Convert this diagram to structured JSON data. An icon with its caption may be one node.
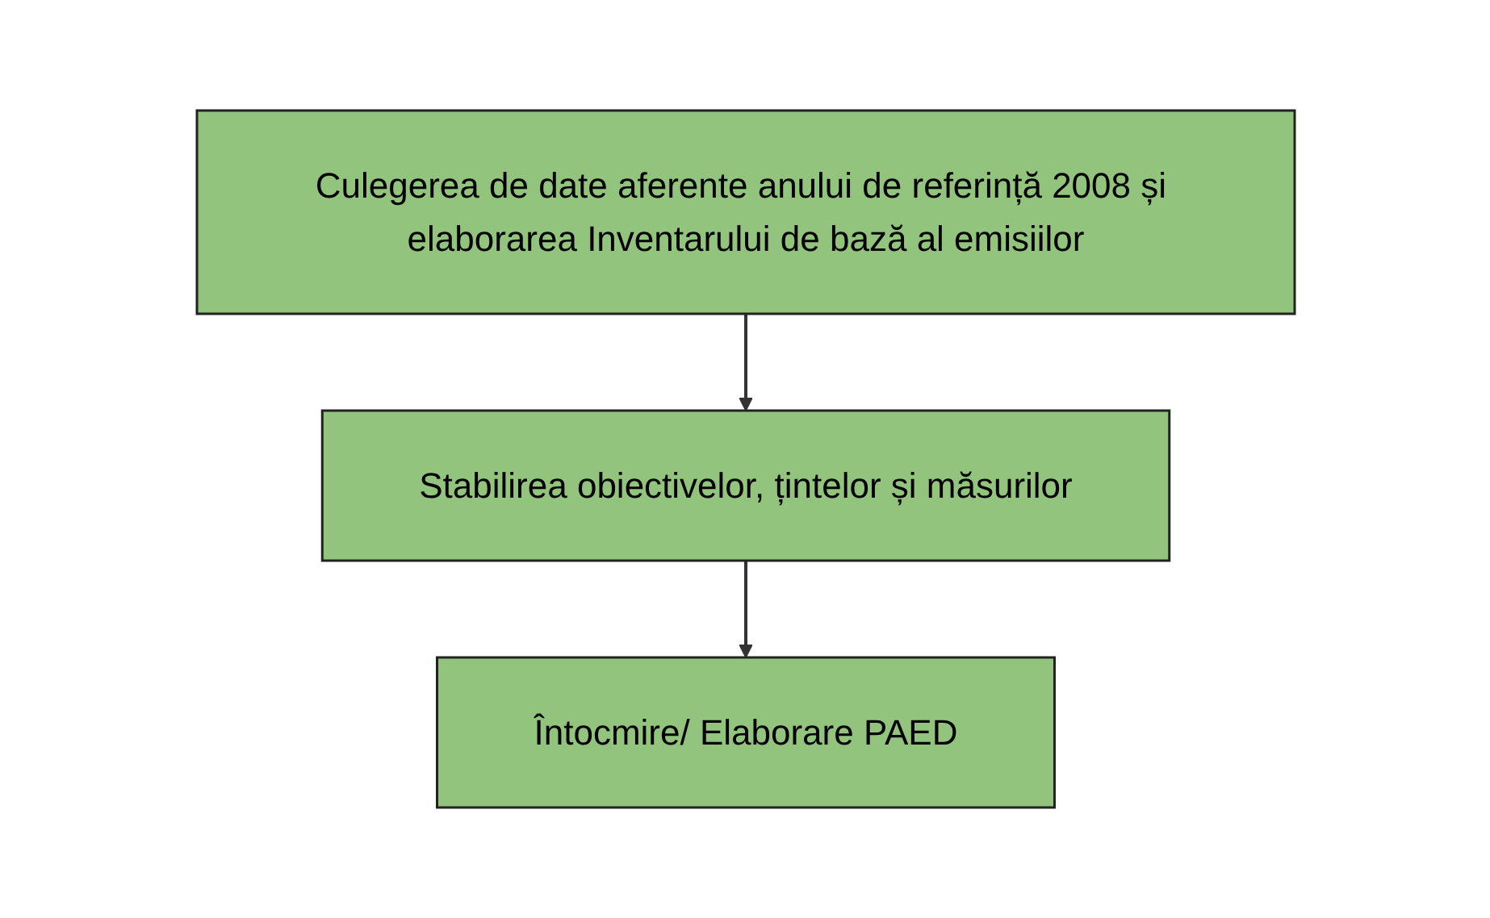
{
  "diagram": {
    "nodes": [
      {
        "text": [
          "Culegerea de date aferente anului de referință 2008 și elaborarea Inventarului de bază al emisiilor"
        ]
      },
      {
        "text": [
          "Stabilirea obiectivelor, țintelor și măsurilor"
        ]
      },
      {
        "text": [
          "Întocmire/ Elaborare PAED"
        ]
      }
    ],
    "edges": [
      {
        "from": 0,
        "to": 1,
        "arrow": "to"
      },
      {
        "from": 1,
        "to": 2,
        "arrow": "to"
      }
    ]
  }
}
